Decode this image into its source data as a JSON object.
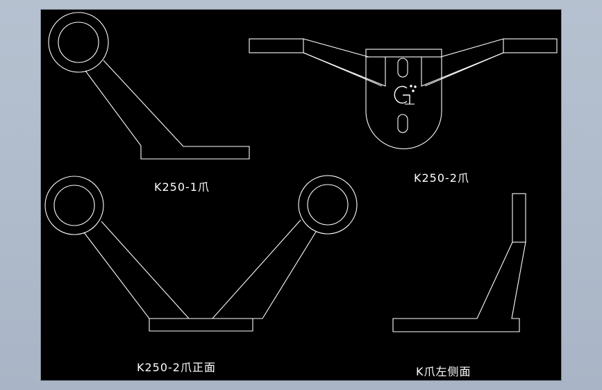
{
  "labels": {
    "k250_1": "K250-1爪",
    "k250_2": "K250-2爪",
    "k250_2_front": "K250-2爪正面",
    "k_left_side": "K爪左侧面"
  },
  "colors": {
    "background": "#b6c1d0",
    "canvas": "#000000",
    "stroke": "#ffffff"
  }
}
